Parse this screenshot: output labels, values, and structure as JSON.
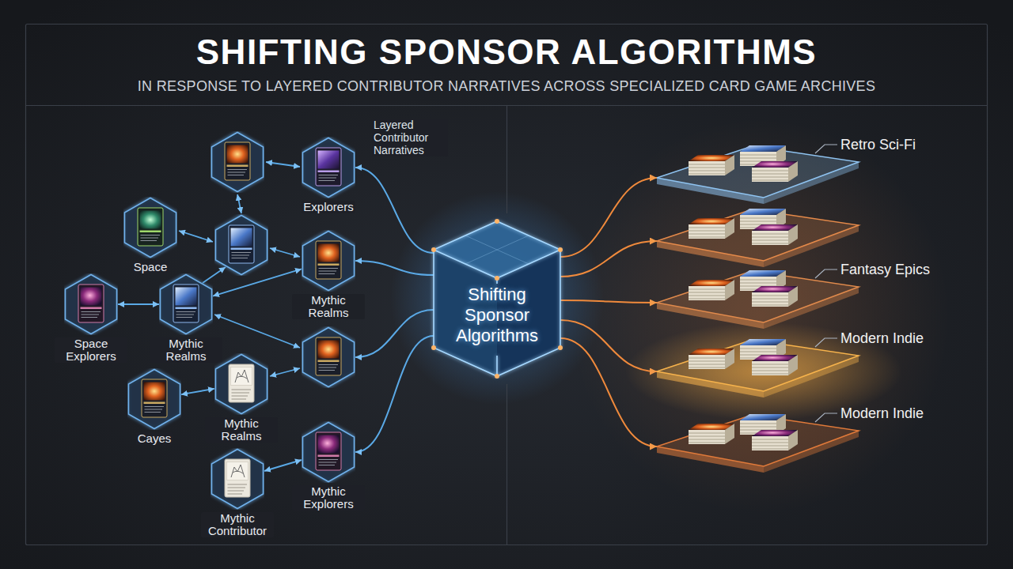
{
  "diagram": {
    "title": "SHIFTING SPONSOR ALGORITHMS",
    "nodes": [
      {
        "text": [
          "Explorers"
        ]
      },
      {
        "text": [
          "Space"
        ]
      },
      {
        "text": [
          "Mythic Realms"
        ]
      },
      {
        "text": [
          "Space Explorers"
        ]
      },
      {
        "text": [
          "Mythic Realms"
        ]
      },
      {
        "text": [
          "Cayes"
        ]
      },
      {
        "text": [
          "Mythic Realms"
        ]
      },
      {
        "text": [
          "Mythic Contributor"
        ]
      },
      {
        "text": [
          "Mythic Explorers"
        ]
      },
      {
        "text": [
          "Shifting Sponsor Algorithms"
        ]
      },
      {
        "text": [
          "Retro Sci-Fi"
        ]
      },
      {
        "text": [
          "Fantasy Epics"
        ]
      },
      {
        "text": [
          "Modern Indie"
        ]
      },
      {
        "text": [
          "Modern Indie"
        ]
      }
    ],
    "edges": [
      {
        "from": 3,
        "to": 4,
        "arrow": "both"
      },
      {
        "from": 4,
        "to": 2,
        "arrow": "both"
      },
      {
        "from": 5,
        "to": 6,
        "arrow": "both"
      },
      {
        "from": 7,
        "to": 8,
        "arrow": "both"
      },
      {
        "from": 9,
        "to": 0,
        "arrow": "to"
      },
      {
        "from": 9,
        "to": 2,
        "arrow": "to"
      },
      {
        "from": 9,
        "to": 8,
        "arrow": "to"
      },
      {
        "from": 9,
        "to": 10,
        "arrow": "to"
      },
      {
        "from": 9,
        "to": 11,
        "arrow": "to"
      },
      {
        "from": 9,
        "to": 12,
        "arrow": "to"
      },
      {
        "from": 9,
        "to": 13,
        "arrow": "to"
      }
    ],
    "labels": [
      "IN RESPONSE TO LAYERED CONTRIBUTOR NARRATIVES ACROSS SPECIALIZED CARD GAME ARCHIVES",
      "Layered Contributor Narratives"
    ]
  }
}
